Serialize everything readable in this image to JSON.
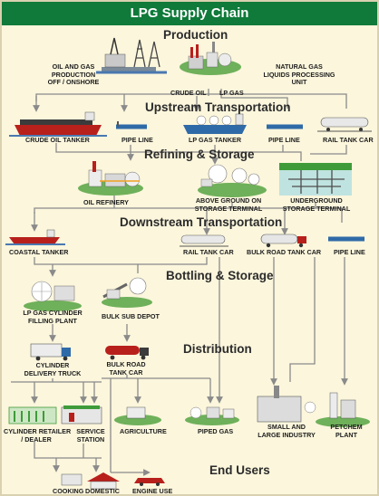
{
  "title": "LPG Supply Chain",
  "sections": {
    "production": "Production",
    "upstream": "Upstream Transportation",
    "refining": "Refining & Storage",
    "downstream": "Downstream Transportation",
    "bottling": "Bottling & Storage",
    "distribution": "Distribution",
    "end_users": "End Users"
  },
  "labels": {
    "oil_gas_prod_1": "OIL AND GAS",
    "oil_gas_prod_2": "PRODUCTION",
    "oil_gas_prod_3": "OFF / ONSHORE",
    "ngl_1": "NATURAL GAS",
    "ngl_2": "LIQUIDS PROCESSING",
    "ngl_3": "UNIT",
    "crude_oil": "CRUDE OIL",
    "lp_gas": "LP GAS",
    "crude_tanker": "CRUDE OIL TANKER",
    "pipe_line_up": "PIPE LINE",
    "lp_gas_tanker": "LP GAS TANKER",
    "pipe_line_up2": "PIPE LINE",
    "rail_tank_car_up": "RAIL TANK CAR",
    "oil_refinery": "OIL REFINERY",
    "above_1": "ABOVE GROUND ON",
    "above_2": "STORAGE TERMINAL",
    "under_1": "UNDERGROUND",
    "under_2": "STORAGE TERMINAL",
    "coastal_tanker": "COASTAL TANKER",
    "rail_tank_car_down": "RAIL TANK CAR",
    "bulk_road_tank_car": "BULK ROAD TANK CAR",
    "pipe_line_down": "PIPE LINE",
    "lp_cyl_1": "LP GAS CYLINDER",
    "lp_cyl_2": "FILLING PLANT",
    "bulk_sub_depot": "BULK SUB DEPOT",
    "cyl_truck_1": "CYLINDER",
    "cyl_truck_2": "DELIVERY TRUCK",
    "bulk_road_1": "BULK ROAD",
    "bulk_road_2": "TANK CAR",
    "retailer_1": "CYLINDER RETAILER",
    "retailer_2": "/ DEALER",
    "service_1": "SERVICE",
    "service_2": "STATION",
    "agriculture": "AGRICULTURE",
    "piped_gas": "PIPED GAS",
    "industry_1": "SMALL AND",
    "industry_2": "LARGE INDUSTRY",
    "petchem_1": "PETCHEM",
    "petchem_2": "PLANT",
    "cooking": "COOKING",
    "domestic": "DOMESTIC",
    "engine_use": "ENGINE USE"
  },
  "colors": {
    "title_bg": "#0f7a3a",
    "page_bg": "#fbf6dc",
    "line": "#8a8a8a",
    "tank_red": "#b8201c",
    "tank_blue": "#2f6aa8",
    "grass": "#3f9b3a"
  }
}
